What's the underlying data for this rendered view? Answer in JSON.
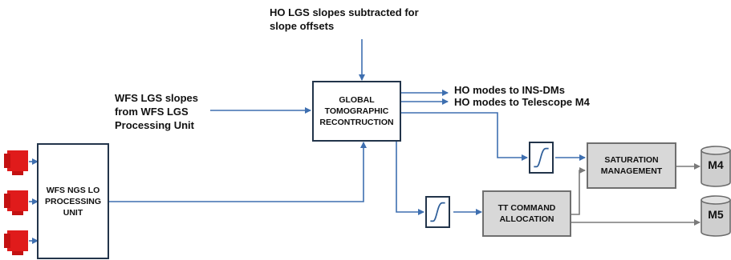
{
  "annotations": {
    "ho_slopes_subtracted": "HO LGS slopes subtracted for\nslope offsets",
    "wfs_lgs_slopes": "WFS LGS slopes\nfrom WFS LGS\nProcessing Unit",
    "ho_modes_ins_dms": "HO modes to INS-DMs",
    "ho_modes_m4": "HO modes to Telescope M4"
  },
  "boxes": {
    "wfs_ngs": "WFS NGS LO\nPROCESSING\nUNIT",
    "global_tomo": "GLOBAL\nTOMOGRAPHIC\nRECONTRUCTION",
    "saturation": "SATURATION\nMANAGEMENT",
    "tt_command": "TT COMMAND\nALLOCATION"
  },
  "mirrors": {
    "m4": "M4",
    "m5": "M5"
  },
  "icons": {
    "camera": "red-camera-icon",
    "saturation": "saturation-curve-icon",
    "mirror": "grey-cylinder-icon"
  },
  "colors": {
    "arrow_blue": "#3e6fb0",
    "arrow_grey": "#7a7a7a",
    "camera_red": "#e01b1b",
    "box_border": "#22344a",
    "grey_fill": "#d8d8d8"
  }
}
